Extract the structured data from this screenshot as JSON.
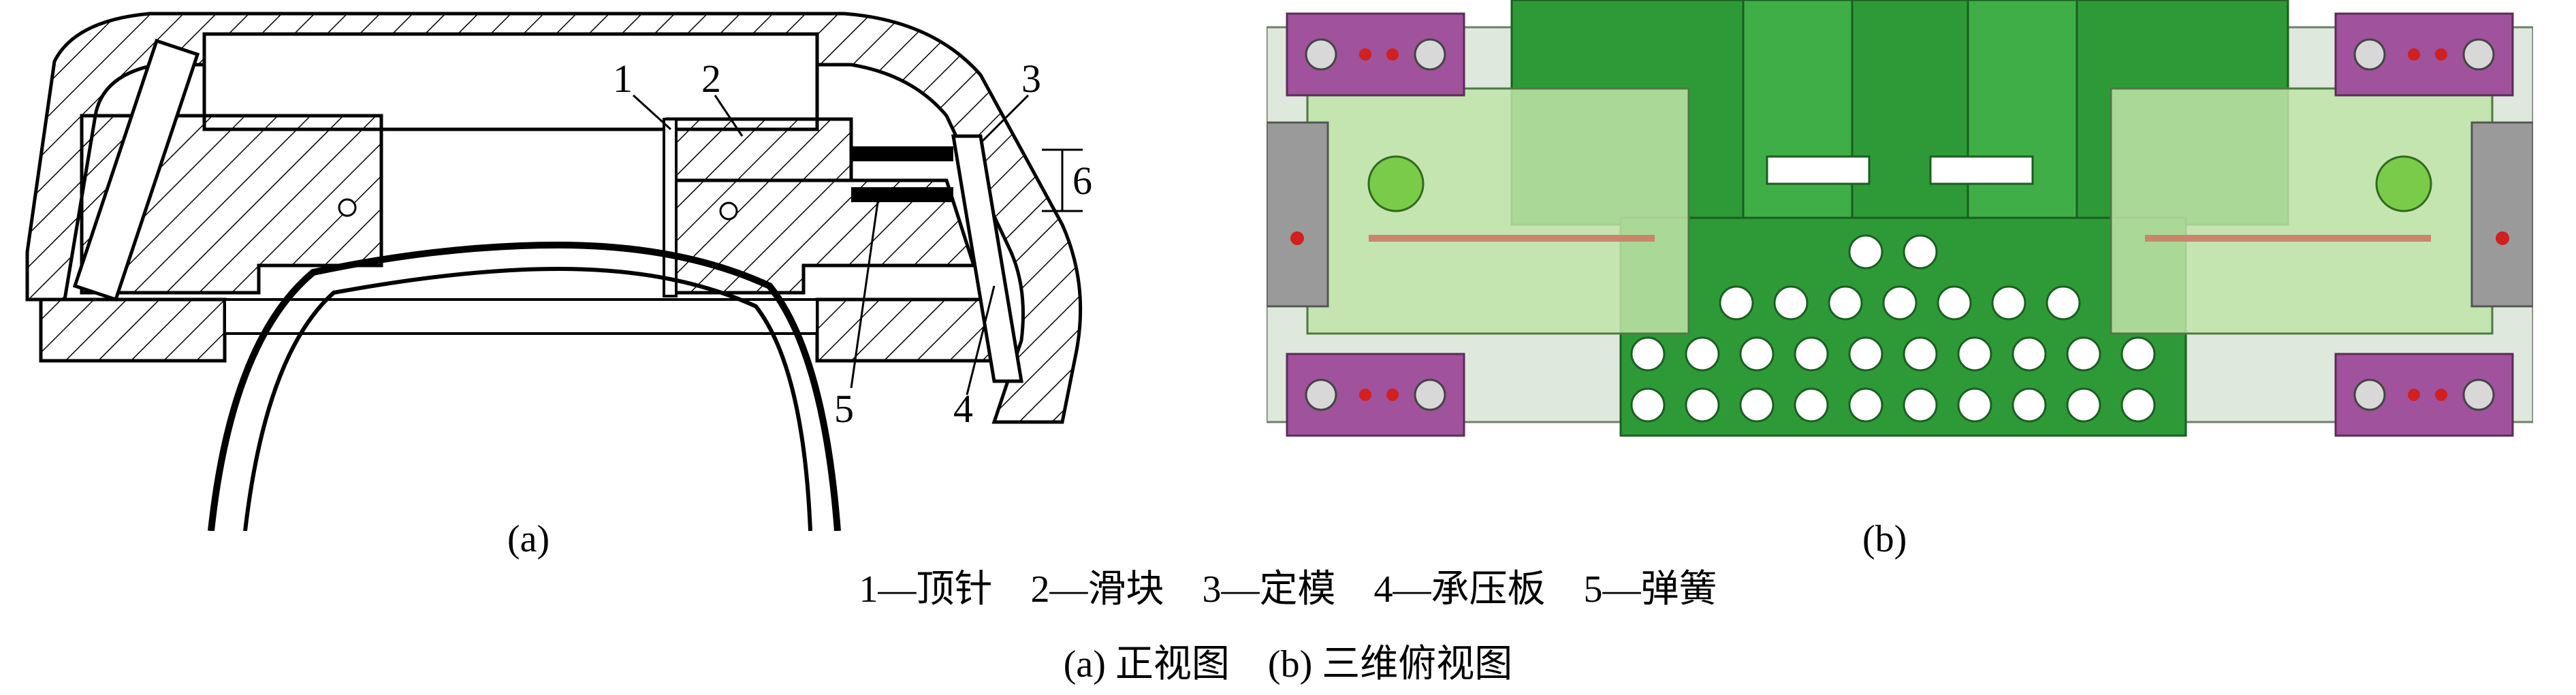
{
  "panel_a": {
    "label": "(a)",
    "callouts": [
      "1",
      "2",
      "3",
      "4",
      "5",
      "6"
    ]
  },
  "panel_b": {
    "label": "(b)"
  },
  "caption": {
    "legend": "1—顶针    2—滑块    3—定模    4—承压板    5—弹簧",
    "views": "(a) 正视图    (b) 三维俯视图"
  },
  "colors": {
    "purple": "#a0529c",
    "green": "#2e9a37",
    "light_green": "#bfe3a8",
    "gray": "#9a9a9a",
    "red": "#d02020"
  }
}
